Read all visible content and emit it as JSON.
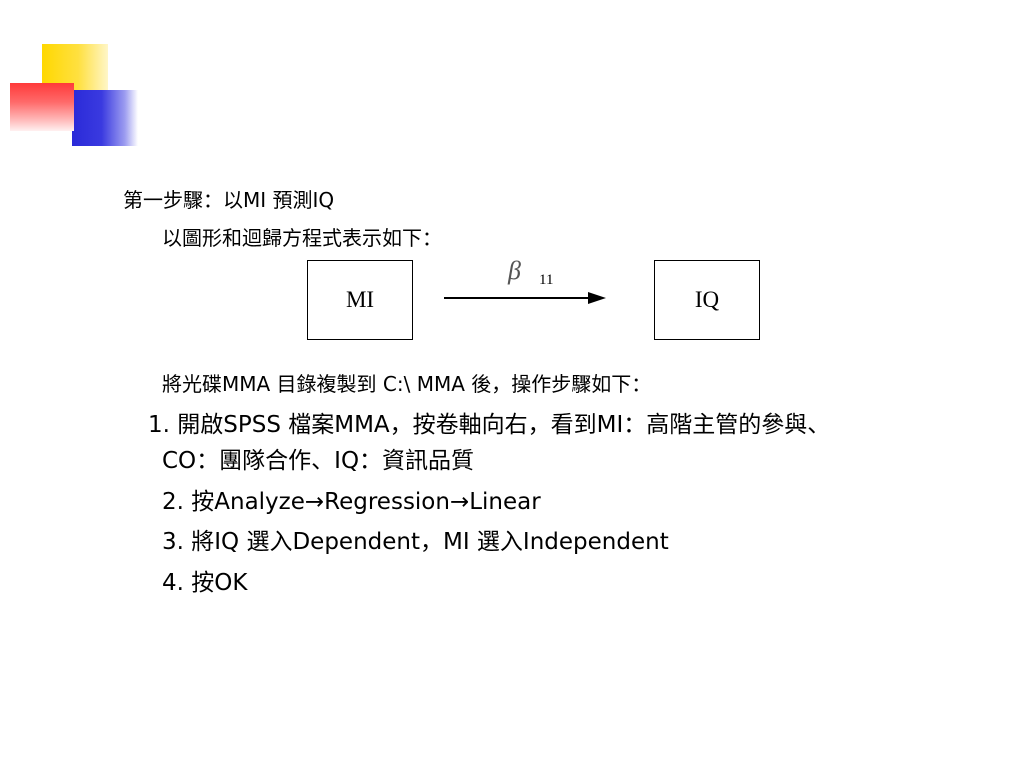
{
  "slide": {
    "step_title": "第一步驟：以MI 預測IQ",
    "step_subtitle": "以圖形和迴歸方程式表示如下：",
    "diagram": {
      "left_box": "MI",
      "right_box": "IQ",
      "arrow_symbol": "β",
      "arrow_subscript": "11"
    },
    "copy_instruction": "將光碟MMA 目錄複製到 C:\\ MMA 後，操作步驟如下：",
    "steps": [
      "1. 開啟SPSS 檔案MMA，按卷軸向右，看到MI：高階主管的參與、",
      "CO：團隊合作、IQ：資訊品質",
      "2. 按Analyze→Regression→Linear",
      "3. 將IQ 選入Dependent，MI 選入Independent",
      "4. 按OK"
    ]
  }
}
